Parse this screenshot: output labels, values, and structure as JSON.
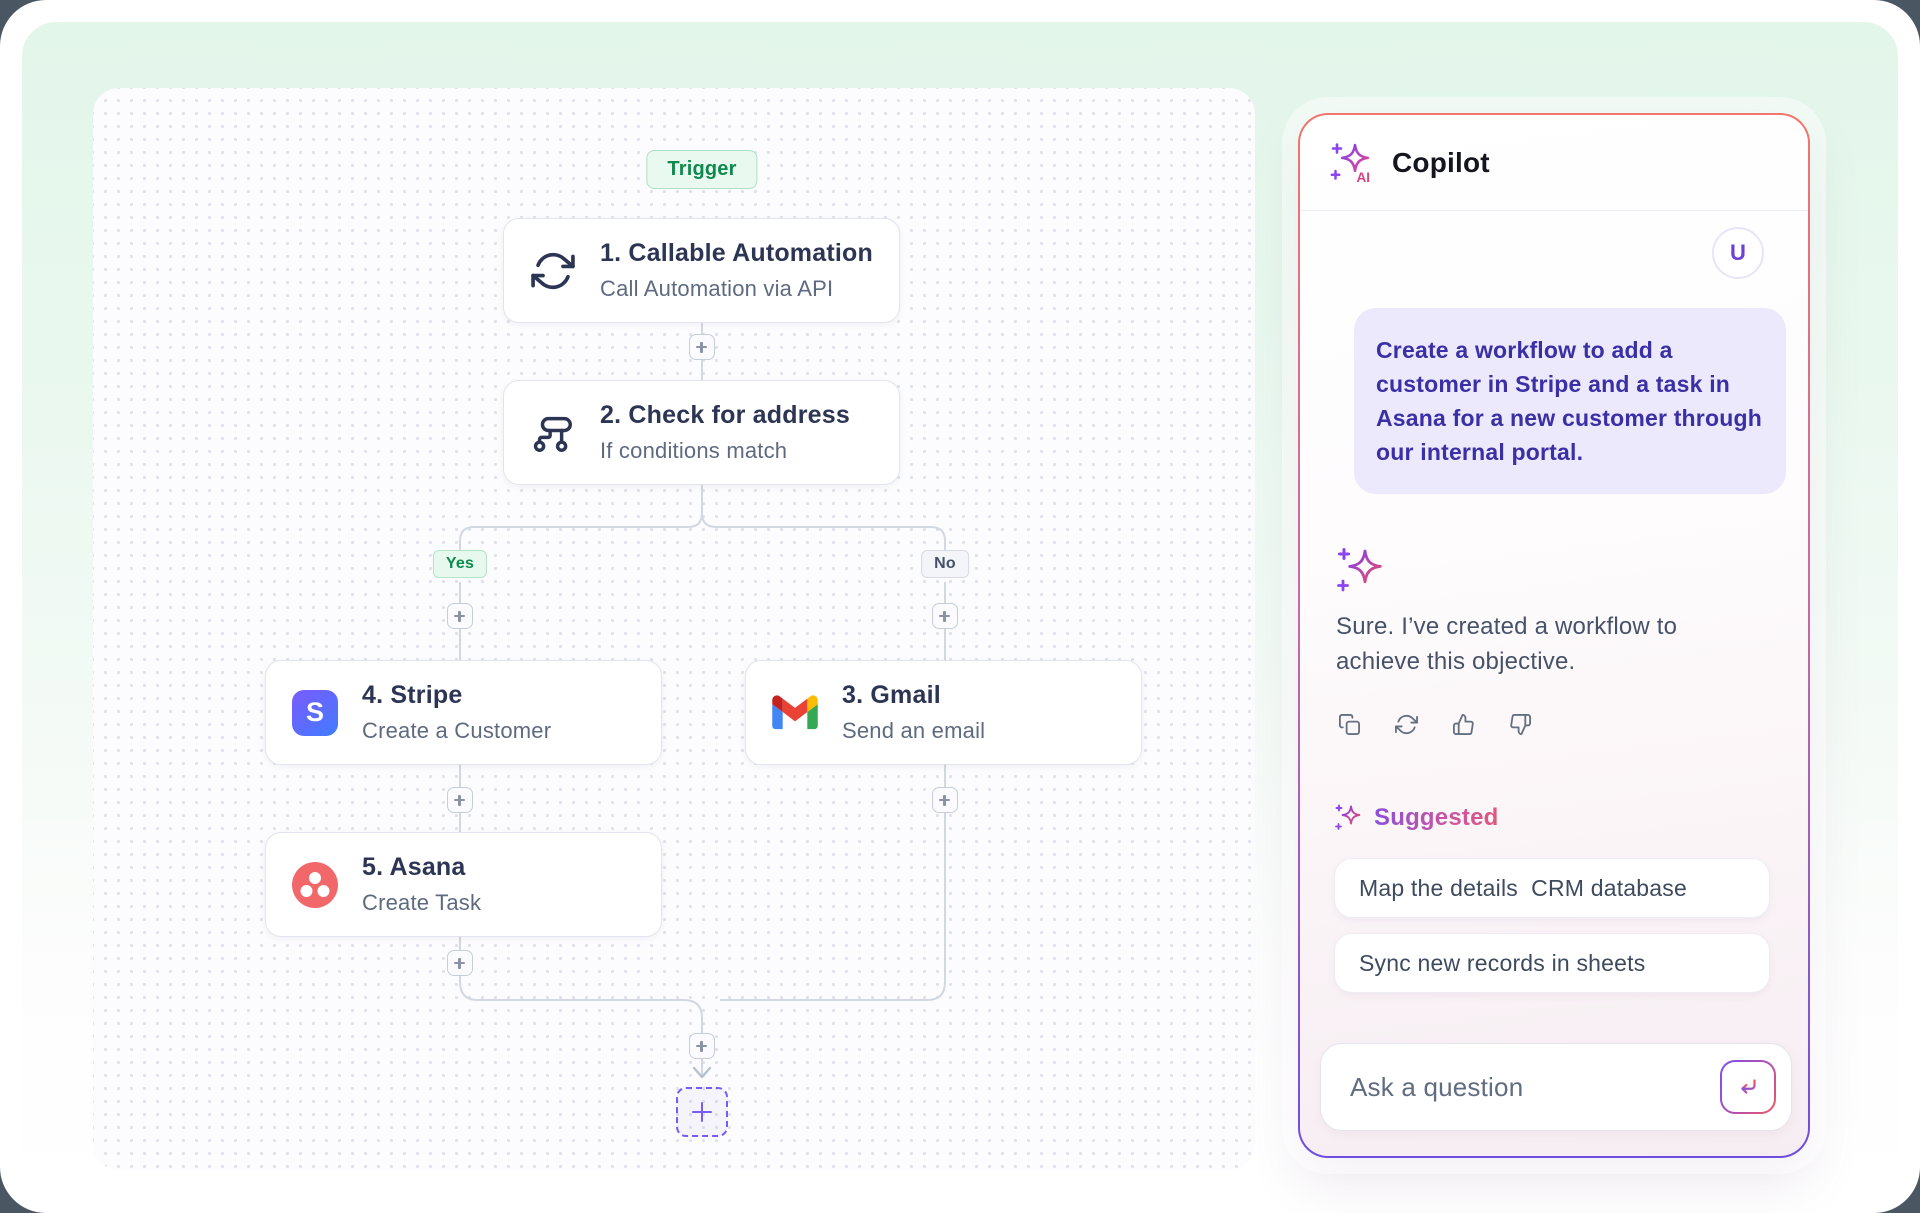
{
  "workflow_canvas": {
    "trigger_badge": "Trigger",
    "branch_yes": "Yes",
    "branch_no": "No",
    "add_step_icon": "plus",
    "nodes": [
      {
        "title": "1. Callable Automation",
        "subtitle": "Call Automation via API",
        "icon": "sync-arrows-icon"
      },
      {
        "title": "2. Check for address",
        "subtitle": "If conditions match",
        "icon": "branch-paths-icon"
      },
      {
        "title": "3. Gmail",
        "subtitle": "Send an email",
        "icon": "gmail-icon"
      },
      {
        "title": "4. Stripe",
        "subtitle": "Create a Customer",
        "icon": "stripe-icon",
        "icon_letter": "S"
      },
      {
        "title": "5. Asana",
        "subtitle": "Create Task",
        "icon": "asana-icon"
      }
    ]
  },
  "copilot": {
    "title": "Copilot",
    "header_icon": "ai-sparkle-icon",
    "avatar_initial": "U",
    "user_message": "Create a workflow to add a customer in Stripe and a task in Asana for a new customer through our internal portal.",
    "assistant_message": "Sure. I’ve created a workflow to achieve this objective.",
    "action_icons": [
      "copy",
      "regenerate",
      "thumbs-up",
      "thumbs-down"
    ],
    "suggested": {
      "title": "Suggested",
      "items": [
        "Map the details  CRM database",
        "Sync new records in sheets"
      ]
    },
    "input_placeholder": "Ask a question"
  },
  "colors": {
    "page_behind": "#4a5762",
    "mint_top": "#e3f6ea",
    "panel_border_top": "#f2756e",
    "panel_border_bottom": "#6d4ee0",
    "trigger_green": "#0f8a4d",
    "node_title": "#2c3553",
    "node_subtitle": "#5e6a80",
    "connector_gray": "#d3d7e2",
    "bubble_bg": "#ebe9fb",
    "bubble_text": "#3b2fa5",
    "dashed_add_purple": "#7a5af5",
    "stripe_gradient": [
      "#7a5cff",
      "#3f7dff"
    ],
    "asana_red": "#f2676a",
    "suggested_gradient": [
      "#8a4fd8",
      "#e1567e"
    ]
  }
}
